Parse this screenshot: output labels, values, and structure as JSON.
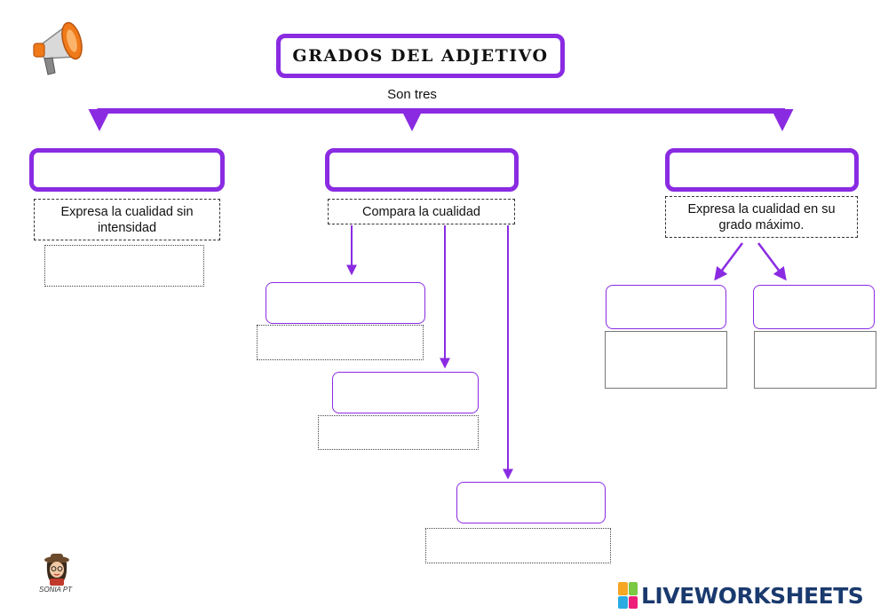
{
  "title": "GRADOS DEL ADJETIVO",
  "subtitle": "Son tres",
  "branches": {
    "left": {
      "description": "Expresa la cualidad sin intensidad"
    },
    "middle": {
      "description": "Compara la cualidad"
    },
    "right": {
      "description": "Expresa la cualidad en su grado máximo."
    }
  },
  "signature": "SONIA PT",
  "brand": "LIVEWORKSHEETS",
  "colors": {
    "accent": "#8a2be2",
    "megaphone": "#f07a1a",
    "brand": "#1a3a6e"
  },
  "icons": {
    "top_left": "megaphone-icon",
    "bottom_left": "author-avatar-icon"
  }
}
